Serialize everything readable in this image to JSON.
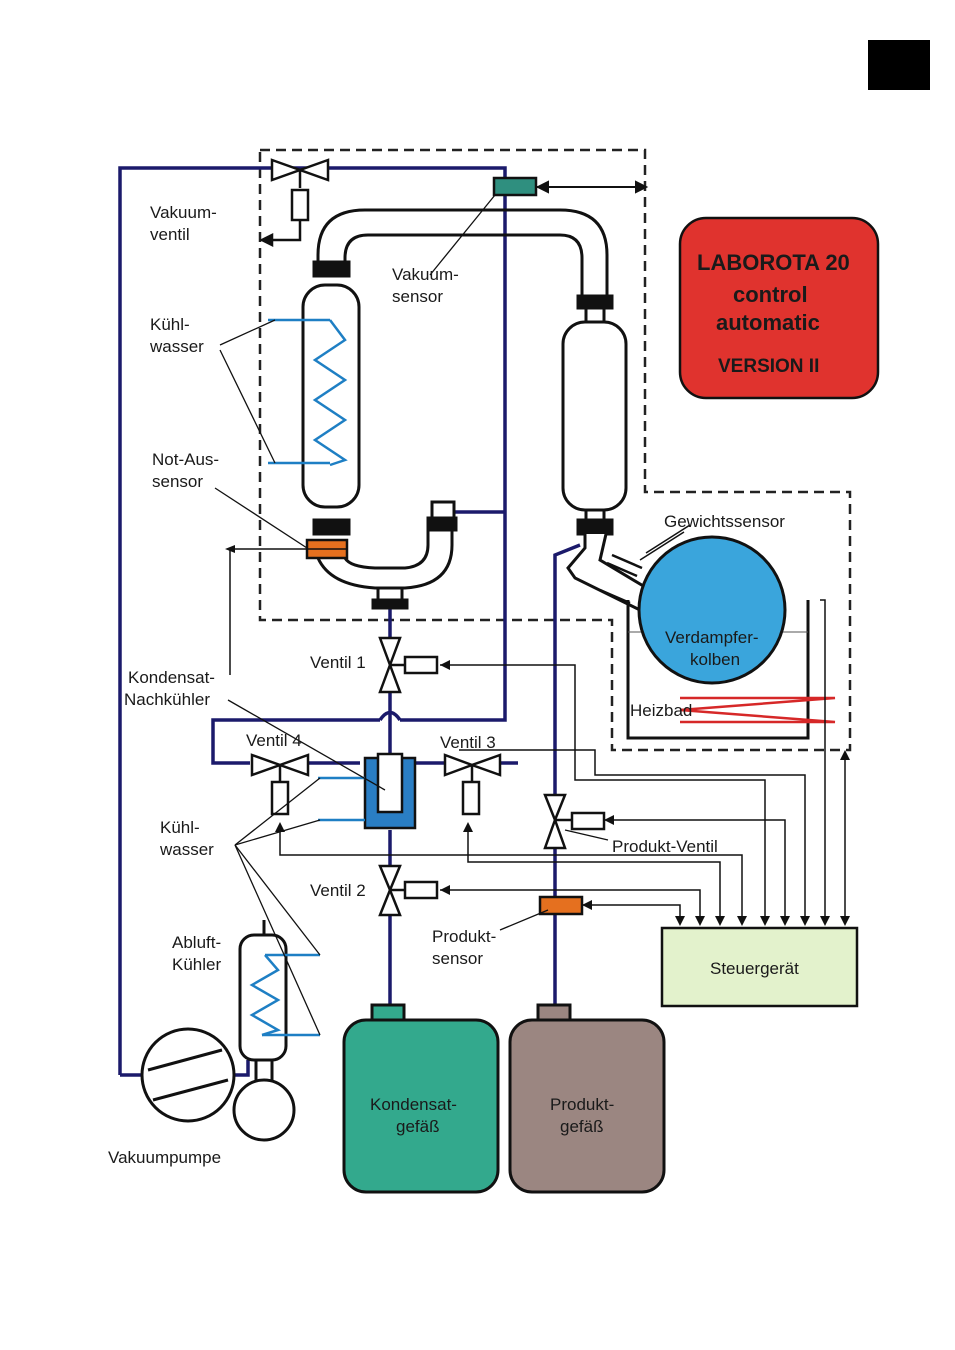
{
  "labels": {
    "vakuumventil_1": "Vakuum-",
    "vakuumventil_2": "ventil",
    "vakuumsensor_1": "Vakuum-",
    "vakuumsensor_2": "sensor",
    "kuehlwasser_top_1": "Kühl-",
    "kuehlwasser_top_2": "wasser",
    "notaus_1": "Not-Aus-",
    "notaus_2": "sensor",
    "kondensat_nachkuehler_1": "Kondensat-",
    "kondensat_nachkuehler_2": "Nachkühler",
    "ventil1": "Ventil 1",
    "ventil2": "Ventil 2",
    "ventil3": "Ventil 3",
    "ventil4": "Ventil 4",
    "kuehlwasser_low_1": "Kühl-",
    "kuehlwasser_low_2": "wasser",
    "abluft_1": "Abluft-",
    "abluft_2": "Kühler",
    "vakuumpumpe": "Vakuumpumpe",
    "gewichtssensor": "Gewichtssensor",
    "verdampfer_1": "Verdampfer-",
    "verdampfer_2": "kolben",
    "heizbad": "Heizbad",
    "produkt_ventil": "Produkt-Ventil",
    "produktsensor_1": "Produkt-",
    "produktsensor_2": "sensor",
    "steuergeraet": "Steuergerät",
    "kondensatgefaess_1": "Kondensat-",
    "kondensatgefaess_2": "gefäß",
    "produktgefaess_1": "Produkt-",
    "produktgefaess_2": "gefäß"
  },
  "title_box": {
    "line1": "LABOROTA 20",
    "line2": "control",
    "line3": "automatic",
    "line4": "VERSION II"
  },
  "colors": {
    "vacuum_line": "#1b1a6b",
    "cooling_water": "#1e7fc4",
    "heater": "#d62828",
    "title_box": "#e0332e",
    "sensor_orange": "#e5701f",
    "sensor_teal": "#2f8f7f",
    "flask_blue": "#3aa5dc",
    "controller_green": "#e3f2cc",
    "kondensat_green": "#33a98d",
    "produkt_brown": "#9b8681"
  }
}
